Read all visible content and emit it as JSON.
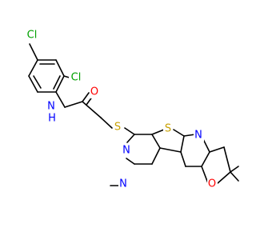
{
  "molecule": {
    "atoms": {
      "cl_top": {
        "symbol": "Cl",
        "color": "#00a000"
      },
      "cl_ortho": {
        "symbol": "Cl",
        "color": "#00a000"
      },
      "amide_n": {
        "symbol": "N",
        "color": "#0000ff"
      },
      "amide_h": {
        "symbol": "H",
        "color": "#0000ff"
      },
      "carbonyl_o": {
        "symbol": "O",
        "color": "#ff0000"
      },
      "thioether_s": {
        "symbol": "S",
        "color": "#c8a000"
      },
      "thiophene_s": {
        "symbol": "S",
        "color": "#c8a000"
      },
      "pyridine_n": {
        "symbol": "N",
        "color": "#0000ff"
      },
      "pyrimidine_n_left": {
        "symbol": "N",
        "color": "#0000ff"
      },
      "pyrimidine_n_bottom": {
        "symbol": "N",
        "color": "#0000ff"
      },
      "pyran_o": {
        "symbol": "O",
        "color": "#ff0000"
      }
    }
  }
}
